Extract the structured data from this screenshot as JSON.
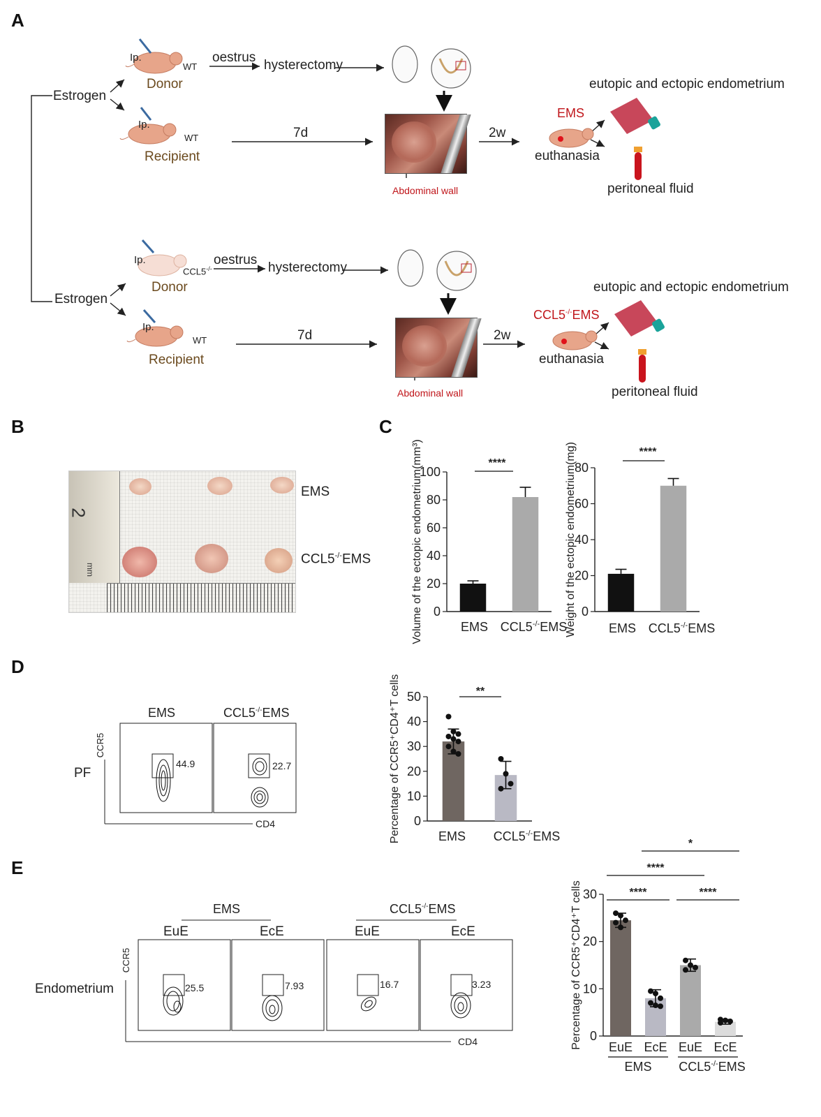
{
  "panels": {
    "a": "A",
    "b": "B",
    "c": "C",
    "d": "D",
    "e": "E"
  },
  "schematic": {
    "estrogen": "Estrogen",
    "ip": "Ip.",
    "wt": "WT",
    "ccl5": "CCL5",
    "ccl5_sup": "-/-",
    "donor": "Donor",
    "recipient": "Recipient",
    "oestrus": "oestrus",
    "hysterectomy": "hysterectomy",
    "seven_d": "7d",
    "two_w": "2w",
    "abdominal_wall": "Abdominal wall",
    "ems": "EMS",
    "ccl5_ems_prefix": "CCL5",
    "ccl5_ems_suffix": "EMS",
    "euthanasia": "euthanasia",
    "eutopic_ectopic": "eutopic and ectopic endometrium",
    "peritoneal_fluid": "peritoneal fluid"
  },
  "panel_b": {
    "label_ems": "EMS",
    "label_ccl5_prefix": "CCL5",
    "label_ccl5_suffix": "EMS",
    "ruler_digit": "2",
    "ruler_unit": "mm"
  },
  "panel_d_flow": {
    "title_ems": "EMS",
    "title_ccl5_prefix": "CCL5",
    "title_ccl5_suffix": "EMS",
    "row": "PF",
    "y": "CCR5",
    "x": "CD4",
    "val_ems": "44.9",
    "val_ccl5": "22.7"
  },
  "panel_e_flow": {
    "group_ems": "EMS",
    "group_ccl5_prefix": "CCL5",
    "group_ccl5_suffix": "EMS",
    "eue": "EuE",
    "ece": "EcE",
    "row": "Endometrium",
    "y": "CCR5",
    "x": "CD4",
    "vals": [
      "25.5",
      "7.93",
      "16.7",
      "3.23"
    ]
  },
  "colors": {
    "dark_bar": "#6f6661",
    "light_bar": "#b9b9c4",
    "lighter_bar": "#dcdcdc",
    "black_bar": "#111111",
    "grey_bar": "#aaaaaa",
    "red": "#c0161b",
    "brown": "#6b4a1e"
  },
  "chart_data": [
    {
      "id": "c_volume",
      "type": "bar",
      "categories": [
        "EMS",
        "CCL5-/-EMS"
      ],
      "values": [
        20,
        82
      ],
      "errors": [
        2,
        7
      ],
      "ylabel": "Volume of the ectopic endometrium(mm³)",
      "ylim": [
        0,
        100
      ],
      "yticks": [
        0,
        20,
        40,
        60,
        80,
        100
      ],
      "significance": "****"
    },
    {
      "id": "c_weight",
      "type": "bar",
      "categories": [
        "EMS",
        "CCL5-/-EMS"
      ],
      "values": [
        21,
        70
      ],
      "errors": [
        2.5,
        4
      ],
      "ylabel": "Weight of the ectopic endometrium(mg)",
      "ylim": [
        0,
        80
      ],
      "yticks": [
        0,
        20,
        40,
        60,
        80
      ],
      "significance": "****"
    },
    {
      "id": "d_percentage",
      "type": "bar",
      "categories": [
        "EMS",
        "CCL5-/-EMS"
      ],
      "values": [
        32,
        18.5
      ],
      "errors": [
        5,
        5.5
      ],
      "points": [
        [
          42,
          36,
          35,
          34,
          33,
          32,
          30,
          28,
          27
        ],
        [
          25,
          19,
          15,
          13
        ]
      ],
      "ylabel": "Percentage of CCR5⁺CD4⁺T cells",
      "ylim": [
        0,
        50
      ],
      "yticks": [
        0,
        10,
        20,
        30,
        40,
        50
      ],
      "significance": "**"
    },
    {
      "id": "e_percentage",
      "type": "bar",
      "categories": [
        "EuE",
        "EcE",
        "EuE",
        "EcE"
      ],
      "groups": [
        "EMS",
        "CCL5-/-EMS"
      ],
      "values": [
        24.5,
        8,
        15,
        3
      ],
      "errors": [
        1.5,
        1.8,
        1.3,
        0.5
      ],
      "points": [
        [
          26,
          25.5,
          24.5,
          24,
          23
        ],
        [
          9.5,
          9,
          8,
          7,
          6.5,
          6.3
        ],
        [
          16,
          15,
          14.5,
          14
        ],
        [
          3.5,
          3.3,
          3.1,
          2.8
        ]
      ],
      "ylabel": "Percentage of CCR5⁺CD4⁺T cells",
      "ylim": [
        0,
        30
      ],
      "yticks": [
        0,
        10,
        20,
        30
      ],
      "significance": [
        "****",
        "****",
        "****",
        "*"
      ]
    }
  ]
}
